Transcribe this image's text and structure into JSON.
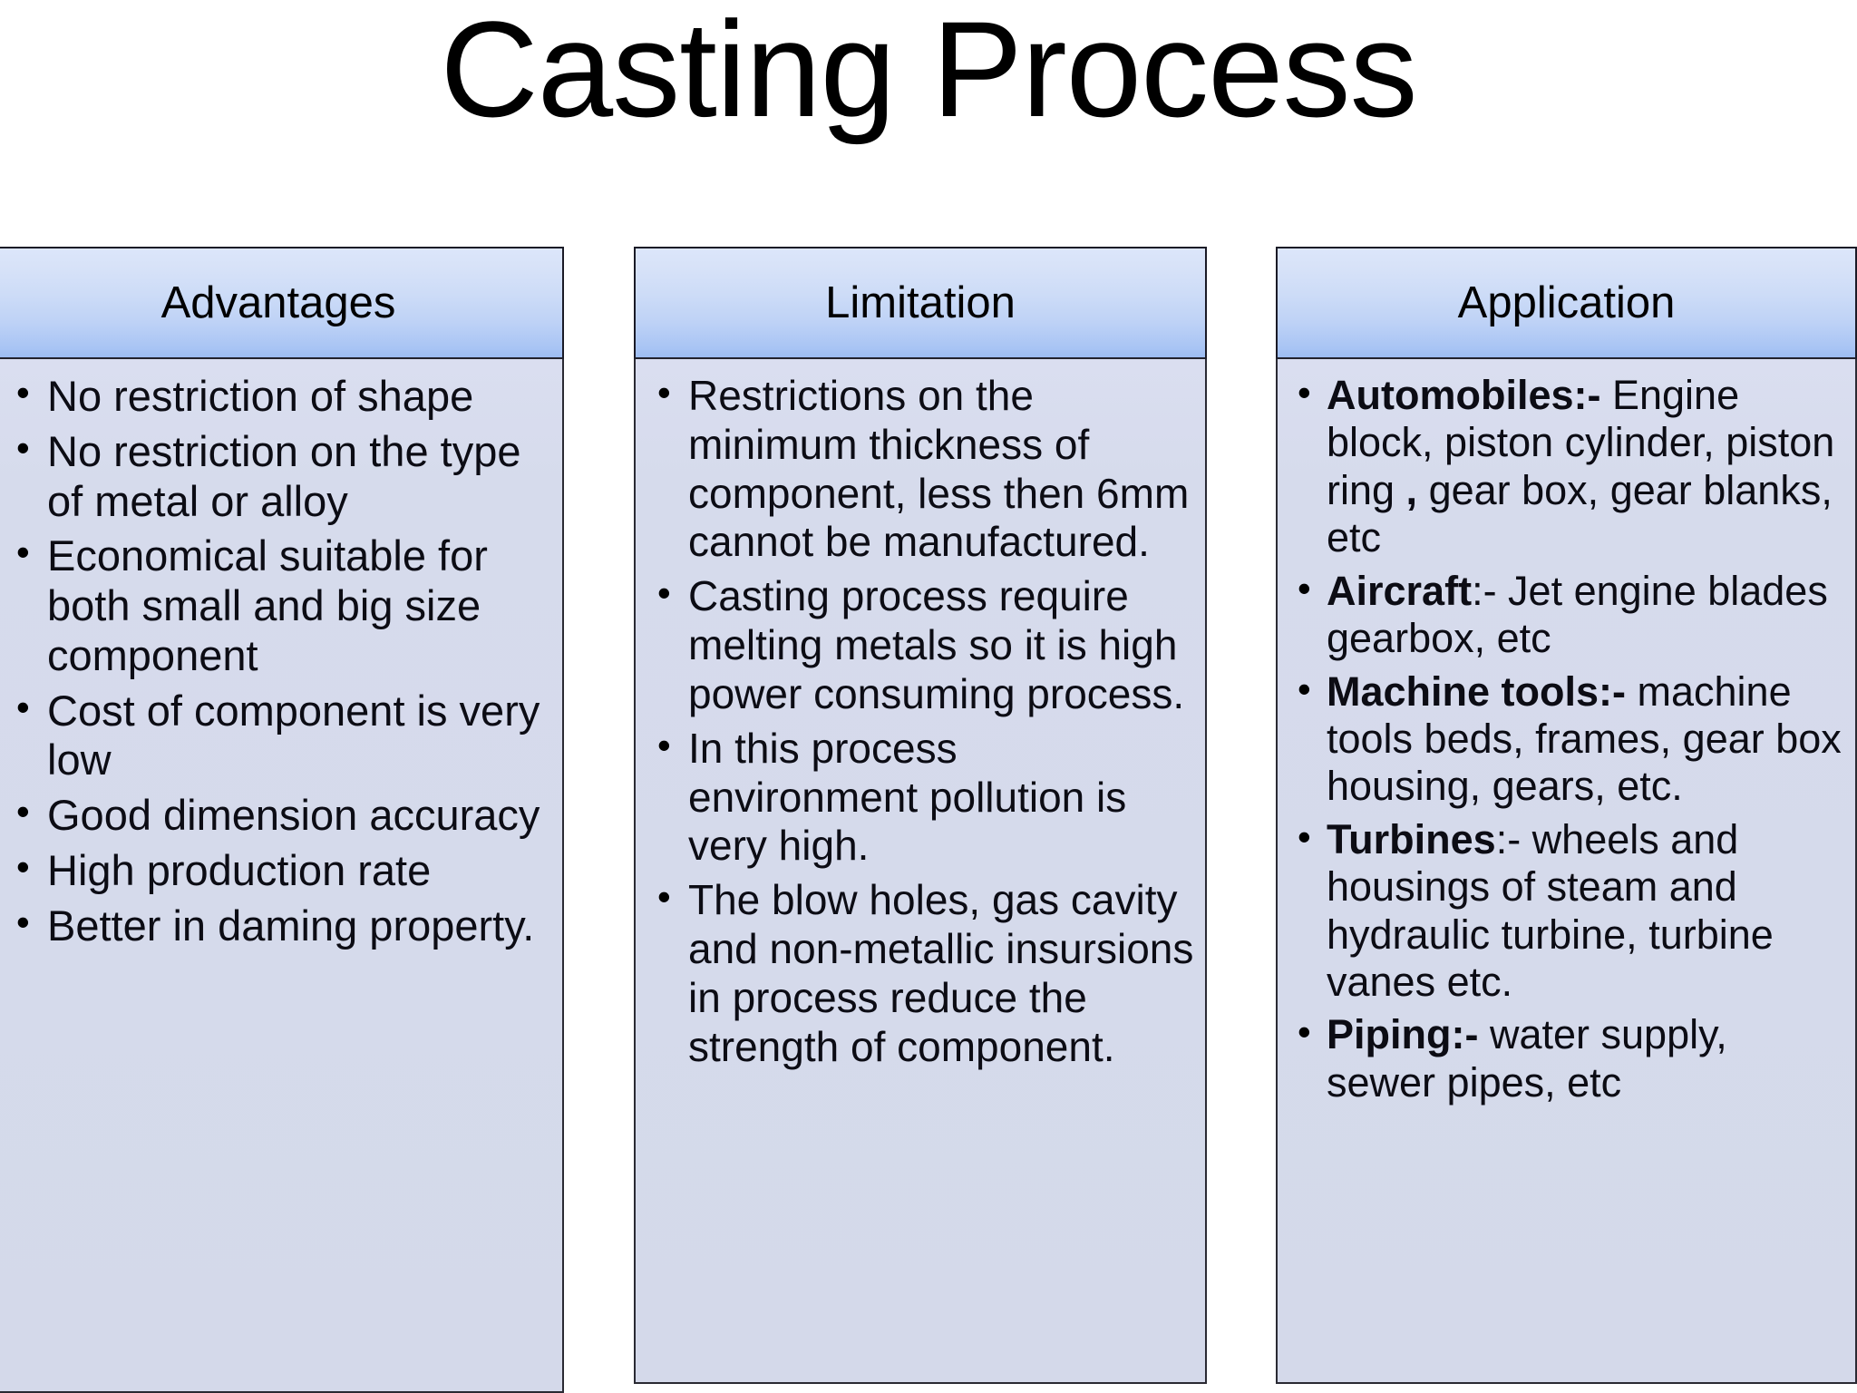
{
  "title": "Casting Process",
  "columns": [
    {
      "header": "Advantages",
      "items": [
        "No restriction of shape",
        "No restriction on the type of metal or alloy",
        "Economical suitable for both small and big size component",
        "Cost of component is very low",
        "Good dimension accuracy",
        "High production rate",
        "Better in daming property."
      ]
    },
    {
      "header": "Limitation",
      "items": [
        "Restrictions on the minimum thickness of component, less then 6mm cannot be manufactured.",
        "Casting process require melting metals  so it is high power consuming process.",
        "In this process environment pollution is very high.",
        "The blow holes, gas cavity and non-metallic insursions in process reduce the strength of component."
      ]
    },
    {
      "header": "Application",
      "items": [
        {
          "segments": [
            {
              "text": "Automobiles:-",
              "bold": true
            },
            {
              "text": " Engine block, piston cylinder, piston ring ",
              "bold": false
            },
            {
              "text": ",",
              "bold": true
            },
            {
              "text": " gear box, gear blanks, etc",
              "bold": false
            }
          ]
        },
        {
          "segments": [
            {
              "text": "Aircraft",
              "bold": true
            },
            {
              "text": ":- Jet engine blades gearbox, etc",
              "bold": false
            }
          ]
        },
        {
          "segments": [
            {
              "text": "Machine tools:-",
              "bold": true
            },
            {
              "text": " machine tools beds, frames, gear box housing, gears, etc.",
              "bold": false
            }
          ]
        },
        {
          "segments": [
            {
              "text": "Turbines",
              "bold": true
            },
            {
              "text": ":- wheels and housings of steam and hydraulic turbine, turbine vanes etc.",
              "bold": false
            }
          ]
        },
        {
          "segments": [
            {
              "text": "Piping:-",
              "bold": true
            },
            {
              "text": " water supply, sewer pipes,  etc",
              "bold": false
            }
          ]
        }
      ]
    }
  ],
  "colors": {
    "page_background": "#ffffff",
    "header_gradient_top": "#dce6fa",
    "header_gradient_bottom": "#9cbcf2",
    "body_fill": "#d6dbec",
    "border": "#222230",
    "text": "#000000"
  }
}
